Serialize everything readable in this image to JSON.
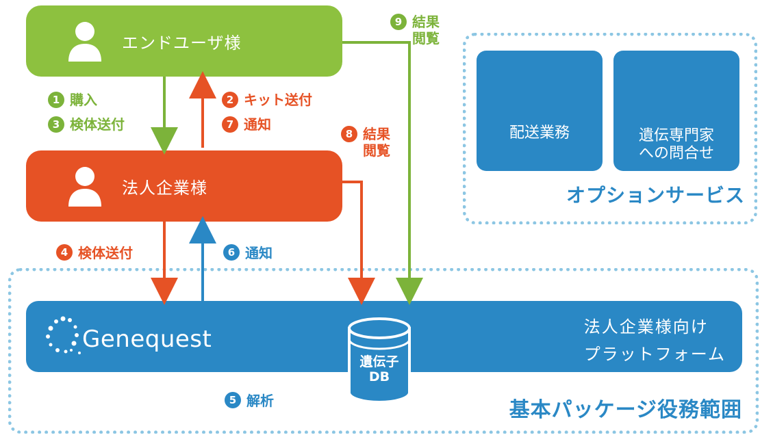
{
  "actors": {
    "end_user": "エンドユーザ様",
    "corporate": "法人企業様"
  },
  "steps": {
    "s1": {
      "num": "1",
      "label": "購入"
    },
    "s2": {
      "num": "2",
      "label": "キット送付"
    },
    "s3": {
      "num": "3",
      "label": "検体送付"
    },
    "s4": {
      "num": "4",
      "label": "検体送付"
    },
    "s5": {
      "num": "5",
      "label": "解析"
    },
    "s6": {
      "num": "6",
      "label": "通知"
    },
    "s7": {
      "num": "7",
      "label": "通知"
    },
    "s8": {
      "num": "8",
      "label_line1": "結果",
      "label_line2": "閲覧"
    },
    "s9": {
      "num": "9",
      "label_line1": "結果",
      "label_line2": "閲覧"
    }
  },
  "options": {
    "delivery": "配送業務",
    "expert_line1": "遺伝専門家",
    "expert_line2": "への問合せ",
    "title": "オプションサービス"
  },
  "platform": {
    "brand": "Genequest",
    "desc_line1": "法人企業様向け",
    "desc_line2": "プラットフォーム",
    "db_line1": "遺伝子",
    "db_line2": "DB"
  },
  "package_title": "基本パッケージ役務範囲",
  "colors": {
    "green": "#8dc13f",
    "orange": "#e65225",
    "blue": "#2a88c5",
    "dotted": "#8cc6e3"
  },
  "icons": [
    "person-icon",
    "truck-icon",
    "people-icon",
    "database-icon",
    "genequest-logo-icon"
  ]
}
